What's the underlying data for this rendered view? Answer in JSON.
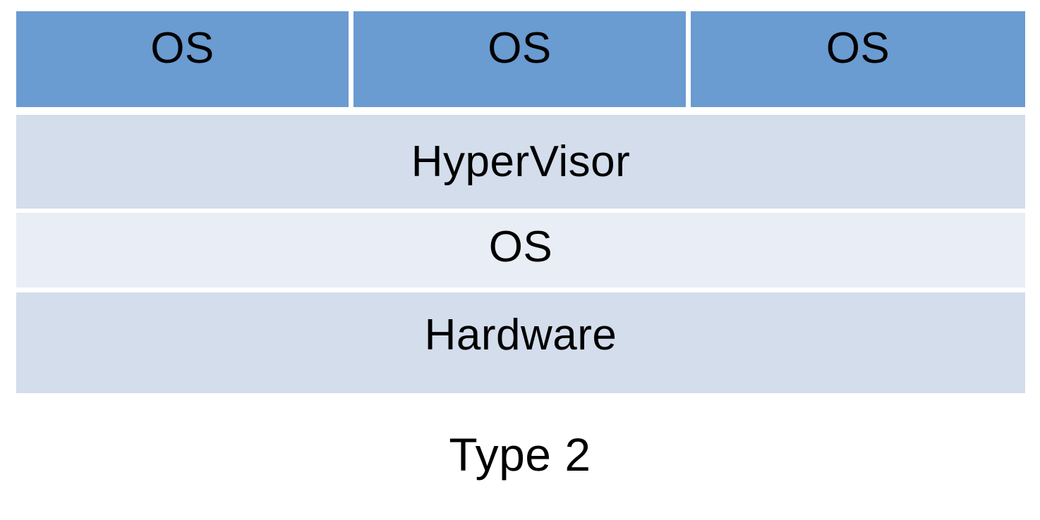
{
  "diagram": {
    "caption": "Type 2",
    "colors": {
      "guest_os_block": "#6A9BD1",
      "hypervisor_layer": "#D3DDEC",
      "host_os_layer": "#E8EDF6",
      "hardware_layer": "#D3DDEC",
      "background": "#FFFFFF",
      "text": "#000000"
    },
    "guest_os_blocks": [
      {
        "label": "OS"
      },
      {
        "label": "OS"
      },
      {
        "label": "OS"
      }
    ],
    "stack_layers": [
      {
        "label": "HyperVisor"
      },
      {
        "label": "OS"
      },
      {
        "label": "Hardware"
      }
    ]
  }
}
